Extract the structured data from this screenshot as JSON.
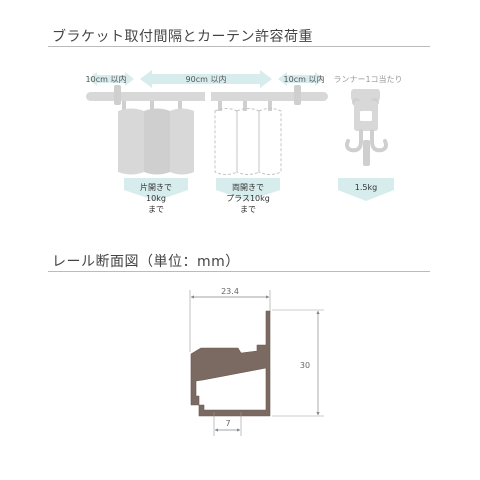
{
  "section1": {
    "title": "ブラケット取付間隔とカーテン許容荷重",
    "left_gap": "10cm 以内",
    "center_gap": "90cm 以内",
    "right_gap": "10cm 以内",
    "runner_label": "ランナー1コ当たり",
    "left_load": [
      "片開きで",
      "10kg",
      "まで"
    ],
    "center_load": [
      "両開きで",
      "プラス10kg",
      "まで"
    ],
    "runner_load": "1.5kg"
  },
  "section2": {
    "title": "レール断面図（単位：mm）",
    "dim_width": "23.4",
    "dim_height": "30",
    "dim_bottom": "7"
  },
  "colors": {
    "rail_gray": "#d8d8d8",
    "arrow_teal": "#d7ecec",
    "profile_brown": "#7a6a62",
    "dim_line": "#888888"
  }
}
